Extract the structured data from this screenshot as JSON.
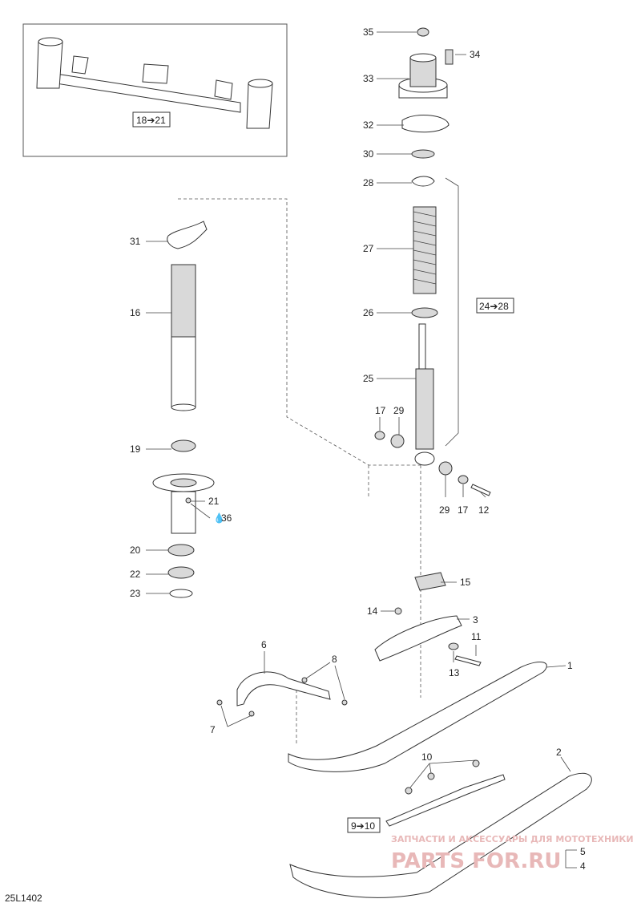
{
  "diagram": {
    "code": "25L1402",
    "callouts": {
      "c35": "35",
      "c34": "34",
      "c33": "33",
      "c32": "32",
      "c30": "30",
      "c28": "28",
      "c27": "27",
      "c26": "26",
      "c25": "25",
      "c17a": "17",
      "c29a": "29",
      "c29b": "29",
      "c17b": "17",
      "c12": "12",
      "c31": "31",
      "c16": "16",
      "c19": "19",
      "c21": "21",
      "c36": "36",
      "c20": "20",
      "c22": "22",
      "c23": "23",
      "c15": "15",
      "c14": "14",
      "c3": "3",
      "c11": "11",
      "c13": "13",
      "c6": "6",
      "c8": "8",
      "c7": "7",
      "c1": "1",
      "c10": "10",
      "c2": "2",
      "c5": "5",
      "c4": "4"
    },
    "ranges": {
      "r18_21": "18➔21",
      "r24_28": "24➔28",
      "r9_10": "9➔10"
    },
    "watermark": {
      "line1": "ЗАПЧАСТИ И АКСЕССУАРЫ ДЛЯ МОТОТЕХНИКИ",
      "line2": "PARTS FOR.RU"
    }
  }
}
